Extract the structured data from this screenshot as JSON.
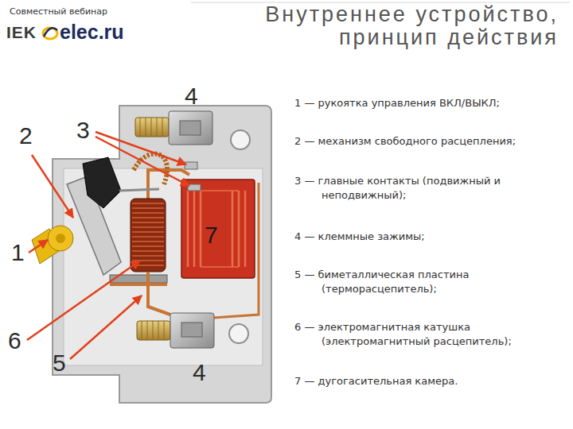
{
  "diagram": {
    "title": "Внутреннее устройство, принцип действия",
    "labels": [
      "Совместный вебинар",
      "IEK",
      "elec.ru",
      "4",
      "2",
      "3",
      "7",
      "1",
      "6",
      "5",
      "4",
      "1 — рукоятка управления ВКЛ/ВЫКЛ;",
      "2 — механизм свободного расцепления;",
      "3 — главные контакты (подвижный и неподвижный);",
      "4 — клеммные зажимы;",
      "5 — биметаллическая пластина (терморасцепитель);",
      "6 — электромагнитная катушка (электромагнитный расцепитель);",
      "7 — дугогасительная камера."
    ]
  }
}
